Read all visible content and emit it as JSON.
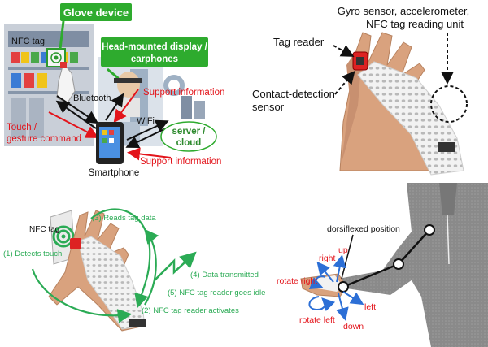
{
  "panel_system": {
    "glove_device": "Glove device",
    "nfc_tag": "NFC tag",
    "hmd": [
      "Head-mounted display /",
      "earphones"
    ],
    "bluetooth": "Bluetooth",
    "support_info_top": "Support information",
    "touch_cmd": [
      "Touch /",
      "gesture command"
    ],
    "wifi": "WiFi",
    "server": [
      "server /",
      "cloud"
    ],
    "support_info_bottom": "Support information",
    "smartphone": "Smartphone"
  },
  "panel_glove": {
    "sensors": [
      "Gyro sensor, accelerometer,",
      "NFC tag reading unit"
    ],
    "tag_reader": "Tag reader",
    "contact": [
      "Contact-detection",
      "sensor"
    ]
  },
  "panel_flow": {
    "nfc_tag": "NFC tag",
    "step1": "(1) Detects touch",
    "step2": "(2) NFC tag reader activates",
    "step3": "(3) Reads tag data",
    "step4": "(4) Data transmitted",
    "step5": "(5) NFC tag reader goes idle"
  },
  "panel_gesture": {
    "dorsiflexed": "dorsiflexed position",
    "up": "up",
    "right": "right",
    "rotate_right": "rotate right",
    "left": "left",
    "rotate_left": "rotate left",
    "down": "down"
  },
  "colors": {
    "green_box": "#2eab2e",
    "red_text": "#e3141b",
    "flow_green": "#2bab55",
    "arrow_blue": "#2c6fd6",
    "glove_white": "#f4f4f4",
    "skin": "#d9a27e"
  }
}
